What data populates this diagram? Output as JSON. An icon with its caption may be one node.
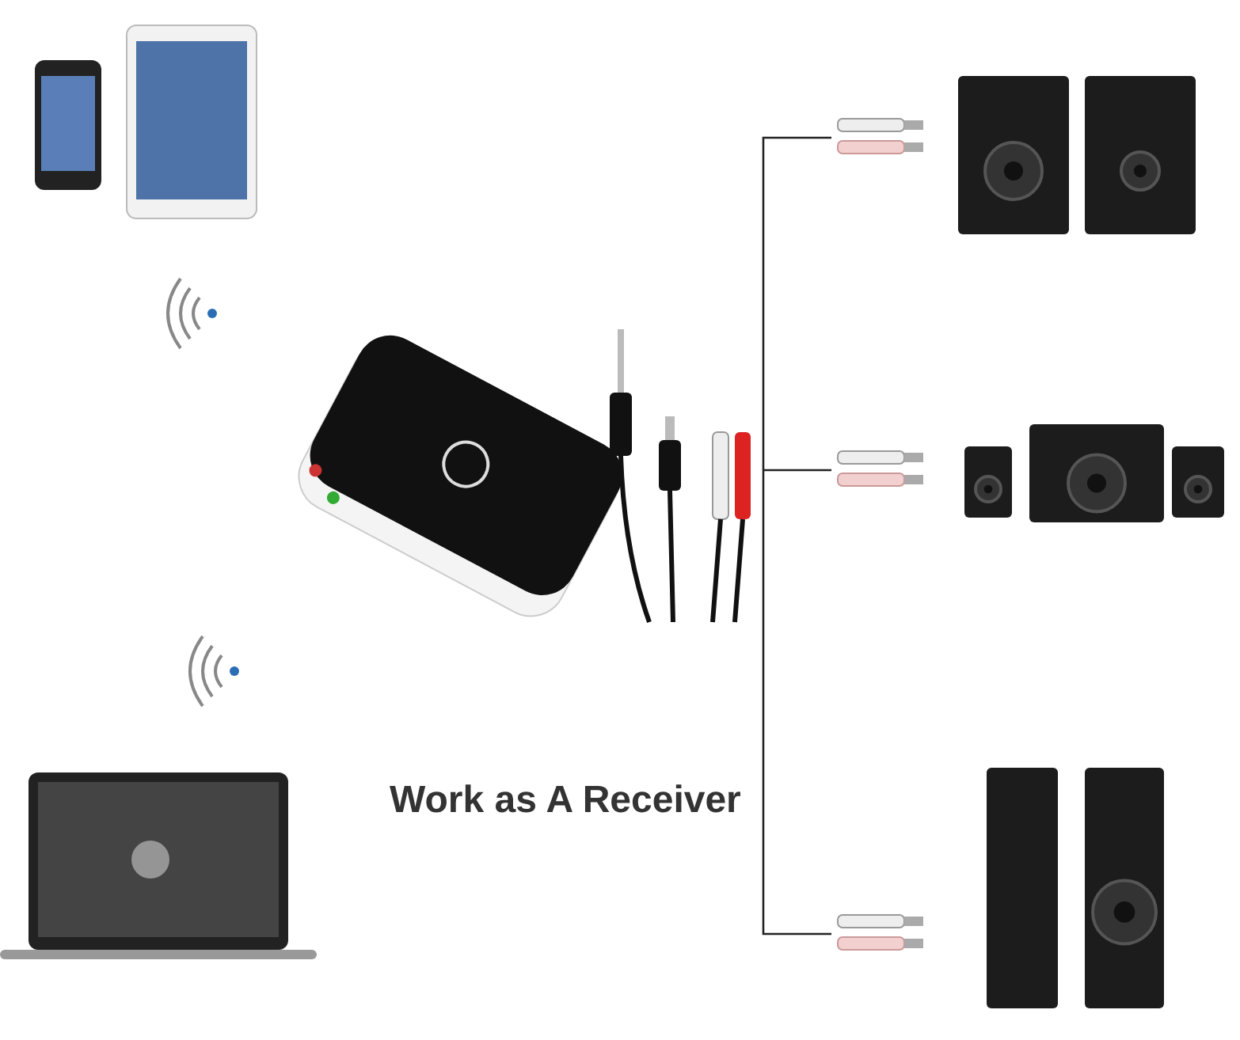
{
  "diagram": {
    "title": "Work as A Receiver",
    "nodes": [
      {
        "text": [],
        "shape": "picture"
      },
      {
        "text": [],
        "shape": "picture"
      },
      {
        "text": [],
        "shape": "picture"
      },
      {
        "text": [],
        "shape": "picture"
      },
      {
        "text": [],
        "shape": "picture"
      },
      {
        "text": [],
        "shape": "picture"
      },
      {
        "text": [],
        "shape": "picture"
      },
      {
        "text": [],
        "shape": "picture"
      },
      {
        "text": [],
        "shape": "picture"
      },
      {
        "text": [],
        "shape": "picture"
      }
    ],
    "edges": [
      {
        "from": 4,
        "to": 7,
        "arrow": "none"
      },
      {
        "from": 4,
        "to": 8,
        "arrow": "none"
      },
      {
        "from": 4,
        "to": 9,
        "arrow": "none"
      }
    ]
  }
}
